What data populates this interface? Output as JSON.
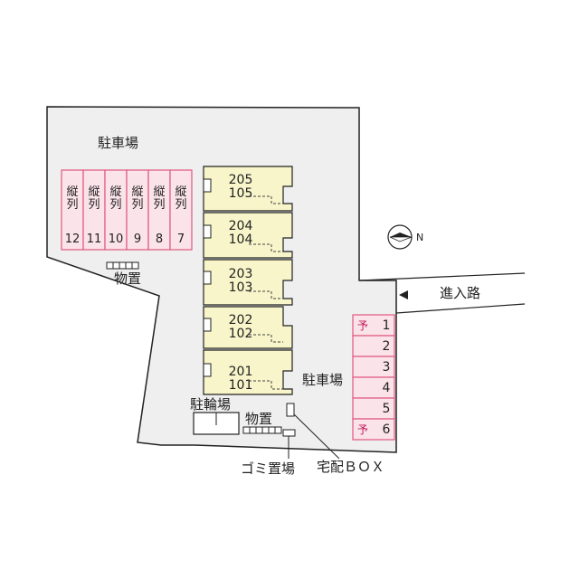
{
  "map": {
    "labels": {
      "parking_top": "駐車場",
      "parking_right": "駐車場",
      "storage_left": "物置",
      "storage_bottom": "物置",
      "bicycle_parking": "駐輪場",
      "garbage": "ゴミ置場",
      "delivery_box": "宅配ＢＯＸ",
      "entrance": "進入路",
      "north": "N"
    },
    "units": [
      {
        "upper": "205",
        "lower": "105"
      },
      {
        "upper": "204",
        "lower": "104"
      },
      {
        "upper": "203",
        "lower": "103"
      },
      {
        "upper": "202",
        "lower": "102"
      },
      {
        "upper": "201",
        "lower": "101"
      }
    ],
    "vertical_slots": [
      {
        "chars": "縦\n列",
        "num": "12"
      },
      {
        "chars": "縦\n列",
        "num": "11"
      },
      {
        "chars": "縦\n列",
        "num": "10"
      },
      {
        "chars": "縦\n列",
        "num": "9"
      },
      {
        "chars": "縦\n列",
        "num": "8"
      },
      {
        "chars": "縦\n列",
        "num": "7"
      }
    ],
    "right_slots": [
      {
        "reserved": "予",
        "num": "1"
      },
      {
        "reserved": "",
        "num": "2"
      },
      {
        "reserved": "",
        "num": "3"
      },
      {
        "reserved": "",
        "num": "4"
      },
      {
        "reserved": "",
        "num": "5"
      },
      {
        "reserved": "予",
        "num": "6"
      }
    ],
    "colors": {
      "lot": "#efefef",
      "building": "#f7f5c9",
      "parking_fill": "#fbe3ea",
      "parking_stroke": "#e0587f",
      "reserved_text": "#c2185b"
    }
  }
}
